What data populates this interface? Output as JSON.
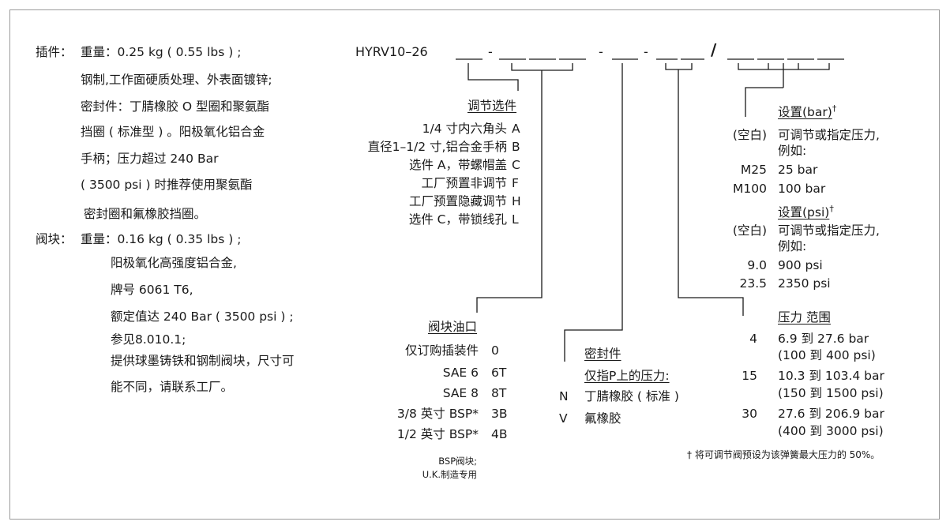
{
  "left_spec": {
    "insert_label": "插件：",
    "insert_lines": [
      "重量：0.25 kg ( 0.55 lbs ) ;",
      "钢制,工作面硬质处理、外表面镀锌;",
      "密封件：丁腈橡胶 O 型圈和聚氨酯",
      "挡圈 ( 标准型 ) 。阳极氧化铝合金",
      "手柄；压力超过 240 Bar",
      "( 3500 psi ) 时推荐使用聚氨酯",
      "密封圈和氟橡胶挡圈。"
    ],
    "block_label": "阀块：",
    "block_lines": [
      "重量：0.16 kg ( 0.35 lbs ) ;",
      "阳极氧化高强度铝合金,",
      "牌号 6061 T6,",
      "额定值达 240 Bar ( 3500 psi ) ;",
      "参见8.010.1;",
      "提供球墨铸铁和钢制阀块，尺寸可",
      "能不同，请联系工厂。"
    ]
  },
  "model": {
    "code": "HYRV10–26",
    "dash1": "-",
    "dash2": "-",
    "dash3": "-",
    "slash": "/"
  },
  "adjust": {
    "title": "调节选件",
    "items": [
      {
        "desc": "1/4 寸内六角头",
        "code": "A"
      },
      {
        "desc": "直径1–1/2 寸,铝合金手柄",
        "code": "B"
      },
      {
        "desc": "选件 A，带螺帽盖",
        "code": "C"
      },
      {
        "desc": "工厂预置非调节",
        "code": "F"
      },
      {
        "desc": "工厂预置隐藏调节",
        "code": "H"
      },
      {
        "desc": "选件 C，带锁线孔",
        "code": "L"
      }
    ]
  },
  "ports": {
    "title": "阀块油口",
    "items": [
      {
        "desc": "仅订购插装件",
        "code": "0"
      },
      {
        "desc": "SAE 6",
        "code": "6T"
      },
      {
        "desc": "SAE 8",
        "code": "8T"
      },
      {
        "desc": "3/8 英寸 BSP*",
        "code": "3B"
      },
      {
        "desc": "1/2 英寸 BSP*",
        "code": "4B"
      }
    ],
    "note_line1": "BSP阀块;",
    "note_line2": "U.K.制造专用"
  },
  "seals": {
    "title": "密封件",
    "subtitle": "仅指P上的压力:",
    "items": [
      {
        "code": "N",
        "desc": "丁腈橡胶 ( 标准 )"
      },
      {
        "code": "V",
        "desc": "氟橡胶"
      }
    ]
  },
  "settings_bar": {
    "title": "设置(bar)",
    "dagger": "†",
    "blank_code": "(空白)",
    "blank_desc1": "可调节或指定压力,",
    "blank_desc2": "例如:",
    "items": [
      {
        "code": "M25",
        "desc": "25 bar"
      },
      {
        "code": "M100",
        "desc": "100 bar"
      }
    ]
  },
  "settings_psi": {
    "title": "设置(psi)",
    "dagger": "†",
    "blank_code": "(空白)",
    "blank_desc1": "可调节或指定压力,",
    "blank_desc2": "例如:",
    "items": [
      {
        "code": "9.0",
        "desc": "900 psi"
      },
      {
        "code": "23.5",
        "desc": "2350 psi"
      }
    ]
  },
  "pressure": {
    "title": "压力 范围",
    "items": [
      {
        "code": "4",
        "bar": "6.9 到 27.6 bar",
        "psi": "(100 到 400 psi)"
      },
      {
        "code": "15",
        "bar": "10.3 到 103.4 bar",
        "psi": "(150 到 1500 psi)"
      },
      {
        "code": "30",
        "bar": "27.6 到 206.9 bar",
        "psi": "(400 到 3000 psi)"
      }
    ]
  },
  "footnote": "† 将可调节阀预设为该弹簧最大压力的 50%。"
}
